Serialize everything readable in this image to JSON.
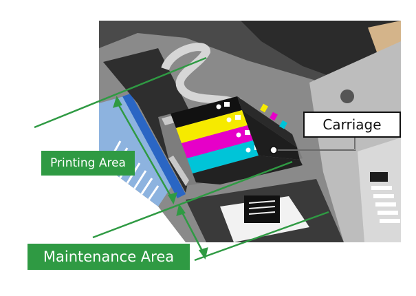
{
  "labels": {
    "printing_area": "Printing Area",
    "maintenance_area": "Maintenance Area",
    "carriage": "Carriage"
  },
  "icons": {
    "cartridge_slot_icon": "drop-icon"
  },
  "colors": {
    "label_green": "#2f9a43",
    "black_ink": "#111111",
    "yellow_ink": "#f6ea00",
    "magenta_ink": "#e600c8",
    "cyan_ink": "#00c4d8",
    "frame_gray": "#7d7d7d",
    "dark_gray": "#3a3a3a",
    "light_gray": "#c9c9c9",
    "platen_blue": "#8db3df",
    "guide_blue": "#2a66c4"
  }
}
